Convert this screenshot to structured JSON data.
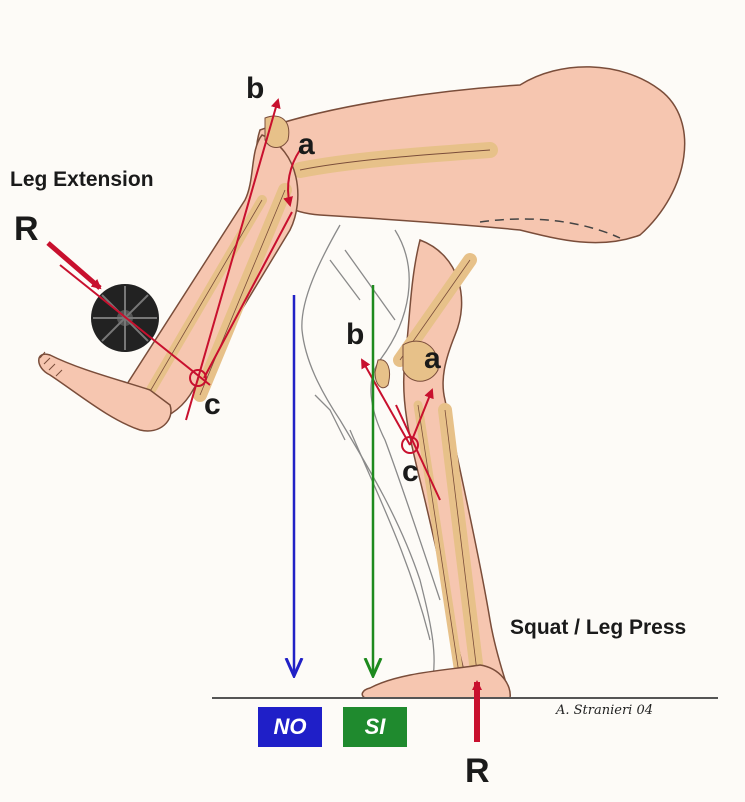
{
  "labels": {
    "leg_extension": "Leg Extension",
    "squat_leg_press": "Squat / Leg Press",
    "resistance_left": "R",
    "resistance_bottom": "R",
    "point_b_left": "b",
    "point_a_left": "a",
    "point_c_left": "c",
    "point_b_right": "b",
    "point_a_right": "a",
    "point_c_right": "c"
  },
  "verdicts": {
    "no": "NO",
    "si": "SI"
  },
  "signature": "A. Stranieri 04",
  "colors": {
    "resistance_arrow": "#c8102e",
    "no_line": "#2121c6",
    "si_line": "#1e8a1e",
    "no_box": "#1f1fc8",
    "si_box": "#1f8a2e",
    "skin": "#f6c6b0",
    "bone": "#e7c189",
    "outline": "#7a4d3a"
  }
}
